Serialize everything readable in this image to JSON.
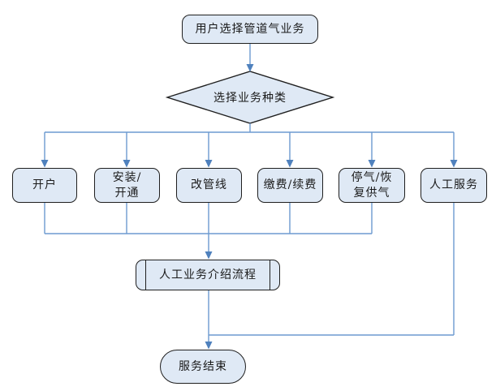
{
  "diagram": {
    "type": "flowchart",
    "background": "#ffffff",
    "colors": {
      "node_fill": "#dfe9f5",
      "node_border": "#1f1f1f",
      "connector_line": "#6d9ad0",
      "arrowhead": "#4f81bd",
      "text": "#1a1a1a"
    },
    "nodes": {
      "start": {
        "type": "terminator",
        "label": "用户选择管道气业务"
      },
      "decision": {
        "type": "decision",
        "label": "选择业务种类"
      },
      "open_account": {
        "type": "process",
        "label": "开户"
      },
      "install_activate": {
        "type": "process",
        "label": "安装/\n开通"
      },
      "change_pipeline": {
        "type": "process",
        "label": "改管线"
      },
      "pay_renew": {
        "type": "process",
        "label": "缴费/续费"
      },
      "stop_resume_gas": {
        "type": "process",
        "label": "停气/恢\n复供气"
      },
      "manual_service": {
        "type": "process",
        "label": "人工服务"
      },
      "manual_intro": {
        "type": "predefined-process",
        "label": "人工业务介绍流程"
      },
      "end": {
        "type": "terminator",
        "label": "服务结束"
      }
    },
    "edges": [
      {
        "from": "start",
        "to": "decision"
      },
      {
        "from": "decision",
        "to": "open_account"
      },
      {
        "from": "decision",
        "to": "install_activate"
      },
      {
        "from": "decision",
        "to": "change_pipeline"
      },
      {
        "from": "decision",
        "to": "pay_renew"
      },
      {
        "from": "decision",
        "to": "stop_resume_gas"
      },
      {
        "from": "decision",
        "to": "manual_service"
      },
      {
        "from": "open_account",
        "to": "manual_intro"
      },
      {
        "from": "install_activate",
        "to": "manual_intro"
      },
      {
        "from": "change_pipeline",
        "to": "manual_intro"
      },
      {
        "from": "pay_renew",
        "to": "manual_intro"
      },
      {
        "from": "stop_resume_gas",
        "to": "manual_intro"
      },
      {
        "from": "manual_intro",
        "to": "end"
      },
      {
        "from": "manual_service",
        "to": "end"
      }
    ]
  }
}
